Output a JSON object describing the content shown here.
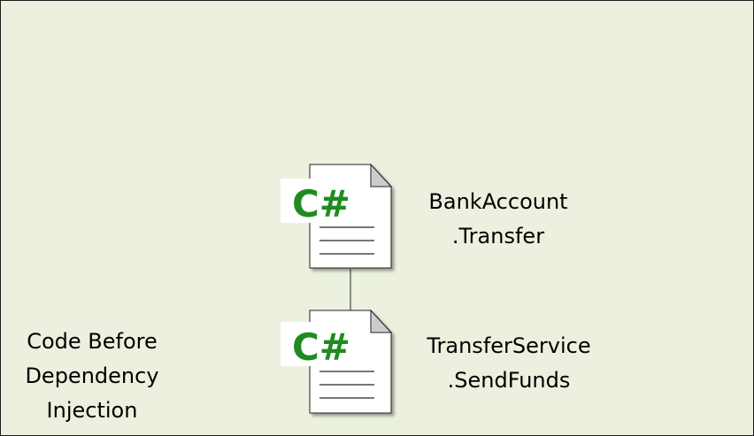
{
  "diagram": {
    "caption_lines": [
      "Code Before",
      "Dependency",
      "Injection"
    ],
    "nodes": [
      {
        "icon": "csharp-file-icon",
        "badge": "C#",
        "label_lines": [
          "BankAccount",
          ".Transfer"
        ]
      },
      {
        "icon": "csharp-file-icon",
        "badge": "C#",
        "label_lines": [
          "TransferService",
          ".SendFunds"
        ]
      }
    ],
    "colors": {
      "background": "#EBF1DE",
      "badge_text": "#1E8C1E",
      "badge_bg": "#FFFFFF"
    }
  }
}
